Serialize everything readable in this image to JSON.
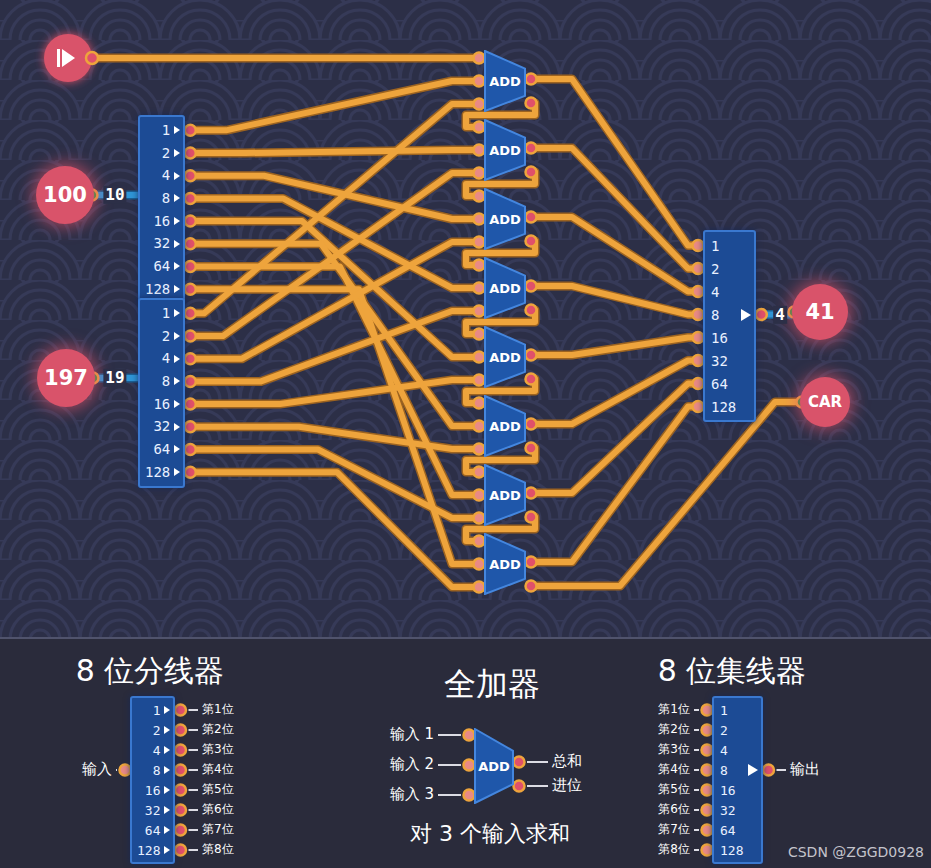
{
  "diagram": {
    "nodes": [
      {
        "text": [
          "100"
        ]
      },
      {
        "text": [
          "1",
          "2",
          "4",
          "8",
          "16",
          "32",
          "64",
          "128"
        ]
      },
      {
        "text": [
          "197"
        ]
      },
      {
        "text": [
          "1",
          "2",
          "4",
          "8",
          "16",
          "32",
          "64",
          "128"
        ]
      },
      {
        "text": [
          "ADD"
        ]
      },
      {
        "text": [
          "ADD"
        ]
      },
      {
        "text": [
          "ADD"
        ]
      },
      {
        "text": [
          "ADD"
        ]
      },
      {
        "text": [
          "ADD"
        ]
      },
      {
        "text": [
          "ADD"
        ]
      },
      {
        "text": [
          "ADD"
        ]
      },
      {
        "text": [
          "ADD"
        ]
      },
      {
        "text": [
          "1",
          "2",
          "4",
          "8",
          "16",
          "32",
          "64",
          "128"
        ]
      },
      {
        "text": [
          "41"
        ]
      },
      {
        "text": [
          "CAR"
        ]
      },
      {
        "text": [
          "1",
          "2",
          "4",
          "8",
          "16",
          "32",
          "64",
          "128"
        ]
      },
      {
        "text": [
          "ADD"
        ]
      },
      {
        "text": [
          "1",
          "2",
          "4",
          "8",
          "16",
          "32",
          "64",
          "128"
        ]
      }
    ],
    "edges": [
      {
        "from": 0,
        "to": 1,
        "arrow": "none"
      },
      {
        "from": 2,
        "to": 3,
        "arrow": "none"
      },
      {
        "from": 1,
        "to": 4,
        "arrow": "none"
      },
      {
        "from": 1,
        "to": 5,
        "arrow": "none"
      },
      {
        "from": 1,
        "to": 6,
        "arrow": "none"
      },
      {
        "from": 1,
        "to": 7,
        "arrow": "none"
      },
      {
        "from": 1,
        "to": 8,
        "arrow": "none"
      },
      {
        "from": 1,
        "to": 9,
        "arrow": "none"
      },
      {
        "from": 1,
        "to": 10,
        "arrow": "none"
      },
      {
        "from": 1,
        "to": 11,
        "arrow": "none"
      },
      {
        "from": 3,
        "to": 4,
        "arrow": "none"
      },
      {
        "from": 3,
        "to": 5,
        "arrow": "none"
      },
      {
        "from": 3,
        "to": 6,
        "arrow": "none"
      },
      {
        "from": 3,
        "to": 7,
        "arrow": "none"
      },
      {
        "from": 3,
        "to": 8,
        "arrow": "none"
      },
      {
        "from": 3,
        "to": 9,
        "arrow": "none"
      },
      {
        "from": 3,
        "to": 10,
        "arrow": "none"
      },
      {
        "from": 3,
        "to": 11,
        "arrow": "none"
      },
      {
        "from": 4,
        "to": 5,
        "arrow": "none"
      },
      {
        "from": 5,
        "to": 6,
        "arrow": "none"
      },
      {
        "from": 6,
        "to": 7,
        "arrow": "none"
      },
      {
        "from": 7,
        "to": 8,
        "arrow": "none"
      },
      {
        "from": 8,
        "to": 9,
        "arrow": "none"
      },
      {
        "from": 9,
        "to": 10,
        "arrow": "none"
      },
      {
        "from": 10,
        "to": 11,
        "arrow": "none"
      },
      {
        "from": 4,
        "to": 12,
        "arrow": "none"
      },
      {
        "from": 5,
        "to": 12,
        "arrow": "none"
      },
      {
        "from": 6,
        "to": 12,
        "arrow": "none"
      },
      {
        "from": 7,
        "to": 12,
        "arrow": "none"
      },
      {
        "from": 8,
        "to": 12,
        "arrow": "none"
      },
      {
        "from": 9,
        "to": 12,
        "arrow": "none"
      },
      {
        "from": 10,
        "to": 12,
        "arrow": "none"
      },
      {
        "from": 11,
        "to": 12,
        "arrow": "none"
      },
      {
        "from": 11,
        "to": 14,
        "arrow": "none"
      },
      {
        "from": 12,
        "to": 13,
        "arrow": "none"
      }
    ],
    "labels": [
      "10",
      "19",
      "4",
      "8 位分线器",
      "输入",
      "第1位",
      "第2位",
      "第3位",
      "第4位",
      "第5位",
      "第6位",
      "第7位",
      "第8位",
      "全加器",
      "输入 1",
      "输入 2",
      "输入 3",
      "总和",
      "进位",
      "对 3 个输入求和",
      "8 位集线器",
      "第1位",
      "第2位",
      "第3位",
      "第4位",
      "第5位",
      "第6位",
      "第7位",
      "第8位",
      "输出",
      "CSDN @ZGGD0928"
    ]
  }
}
